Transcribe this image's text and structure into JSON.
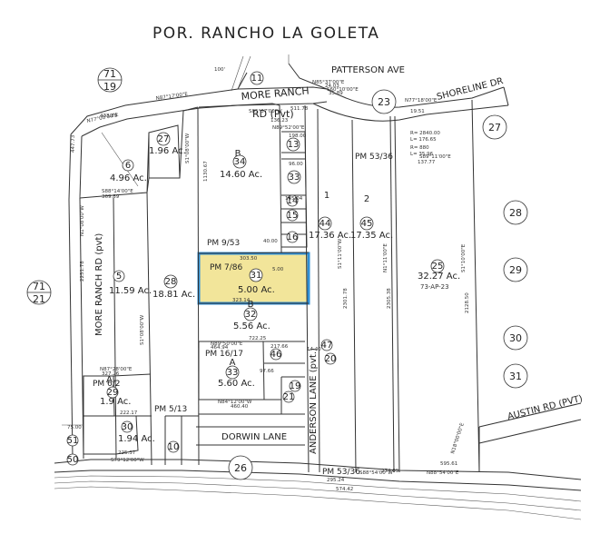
{
  "map": {
    "title": "POR. RANCHO LA GOLETA",
    "highlight_color": "#f2e59a",
    "highlight_border": "#2f8fd6",
    "highlighted_parcel": "31",
    "roads": {
      "patterson": "PATTERSON AVE",
      "shoreline": "SHORELINE DR",
      "more_ranch_1": "MORE RANCH",
      "more_ranch_2": "RD (Pvt)",
      "more_ranch_vertical": "MORE RANCH RD (pvt)",
      "dorwin": "DORWIN LANE",
      "anderson": "ANDERSON LANE (pvt.)",
      "austin": "AUSTIN RD (PVT)"
    },
    "book_pages": [
      {
        "top": "71",
        "bottom": "19"
      },
      {
        "top": "71",
        "bottom": "21"
      }
    ],
    "adjacent_pages": [
      "23",
      "27",
      "28",
      "29",
      "30",
      "31",
      "26"
    ],
    "parcels": [
      {
        "num": "5",
        "acres": "11.59 Ac."
      },
      {
        "num": "6",
        "acres": "4.96 Ac."
      },
      {
        "num": "27",
        "acres": "1.96 Ac."
      },
      {
        "num": "28",
        "acres": "18.81 Ac."
      },
      {
        "num": "34",
        "acres": "14.60 Ac."
      },
      {
        "num": "31",
        "acres": "5.00 Ac."
      },
      {
        "num": "32",
        "acres": "5.56 Ac."
      },
      {
        "num": "33",
        "acres": "5.60 Ac."
      },
      {
        "num": "44",
        "acres": "17.36 Ac."
      },
      {
        "num": "45",
        "acres": "17.35 Ac."
      },
      {
        "num": "25",
        "acres": "32.27 Ac."
      },
      {
        "num": "29",
        "acres": "1.9 Ac."
      },
      {
        "num": "30",
        "acres": "1.94 Ac."
      }
    ],
    "small_parcels": [
      "11",
      "13",
      "14",
      "15",
      "16",
      "19",
      "20",
      "21",
      "46",
      "47",
      "10",
      "51",
      "50",
      "33"
    ],
    "plat_refs": {
      "pm_9_53": "PM 9/53",
      "pm_7_86": "PM 7/86",
      "pm_16_17": "PM 16/17",
      "pm_6_2": "PM 6/2",
      "pm_5_13": "PM 5/13",
      "pm_53_36_top": "PM 53/36",
      "pm_53_36_bottom": "PM 53/36",
      "ref_73_ap_23": "73-AP-23"
    },
    "lot_letters": [
      "A",
      "B",
      "A",
      "B",
      "1",
      "2"
    ],
    "dimensions": {
      "d1": "433.89",
      "d2": "447.73",
      "d3": "369.89",
      "d4": "327.26",
      "d5": "222.17",
      "d6": "225.37",
      "d7": "5.00",
      "d8": "722.25",
      "d9": "464.94",
      "d10": "217.66",
      "d11": "460.40",
      "d12": "303.50",
      "d13": "323.14",
      "d14": "96.00",
      "d15": "198.00",
      "d16": "145.04",
      "d17": "40.00",
      "d18": "274.09",
      "d19": "595.61",
      "d20": "295.24",
      "d21": "574.42",
      "d22": "136.23",
      "d23": "511.78",
      "d24": "24.03",
      "d25": "35.89",
      "d26": "19.51",
      "d27": "137.77",
      "d28": "97.66",
      "d29": "14.40",
      "d30": "75.00",
      "d31": "1130.67",
      "d32": "2301.78",
      "d33": "2305.38",
      "d34": "2128.50",
      "d35": "2251.78"
    },
    "bearings": {
      "b1": "N77°00'00\"E",
      "b2": "N87°17'00\"E",
      "b3": "S85°37'00\"W",
      "b4": "N85°37'00\"E",
      "b5": "S60°10'00\"E",
      "b6": "N77°18'00\"E",
      "b7": "S89°11'00\"E",
      "b8": "N89°52'00\"E",
      "b9": "N89°50'00\"E",
      "b10": "N84°12'00\"W",
      "b11": "N87°28'00\"E",
      "b12": "S88°54'00\"W",
      "b13": "N88°54'00\"E",
      "b14": "S79°12'00\"W",
      "b15": "N1°08'00\"W",
      "b16": "S1°08'00\"W",
      "b17": "S1°11'00\"W",
      "b18": "N1°11'00\"E",
      "b19": "S1°10'00\"E",
      "b20": "N18°00'00\"E",
      "b21": "S88°14'00\"E",
      "b22": "N89°30'00\"E"
    },
    "curves": {
      "r1": "R= 2840.00",
      "l1": "L= 176.65",
      "r2": "R= 880",
      "l2": "L= 35.96"
    },
    "misc": {
      "m100": "100'"
    }
  }
}
